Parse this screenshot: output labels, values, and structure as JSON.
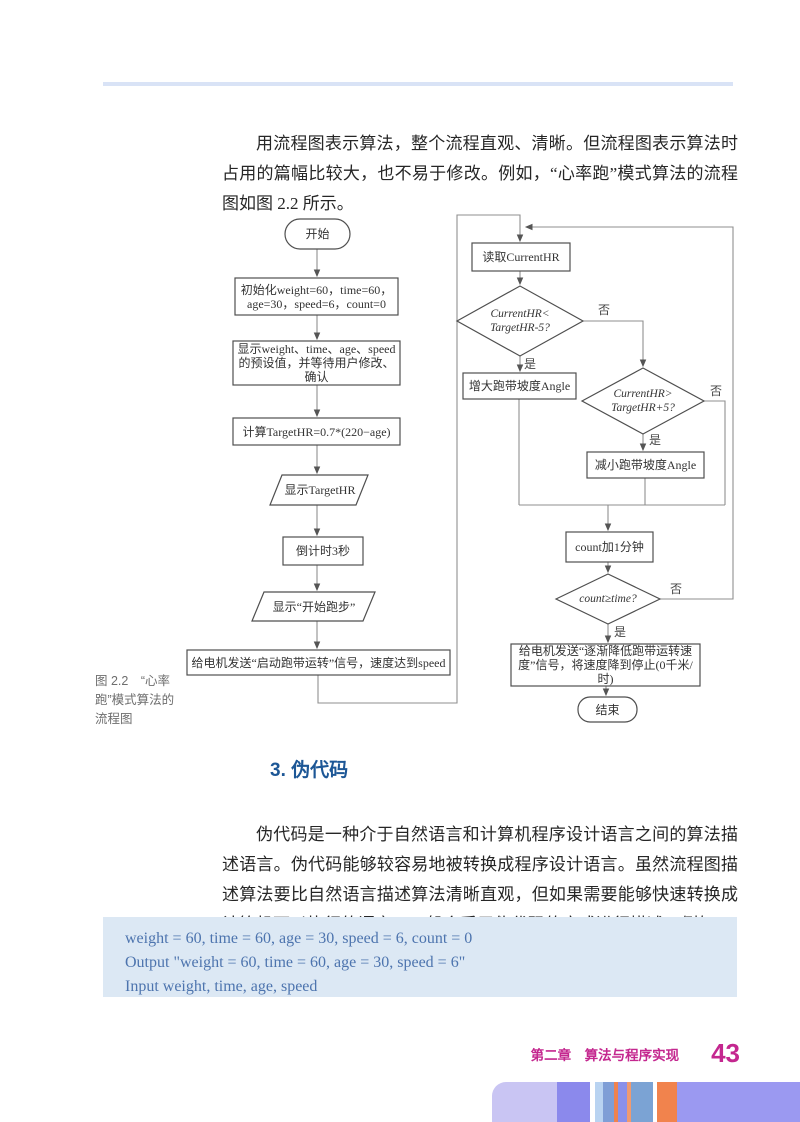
{
  "intro": {
    "paragraph": "用流程图表示算法，整个流程直观、清晰。但流程图表示算法时占用的篇幅比较大，也不易于修改。例如，“心率跑”模式算法的流程图如图 2.2 所示。"
  },
  "figure": {
    "caption": "图 2.2　“心率跑”模式算法的流程图",
    "yes": "是",
    "no": "否",
    "nodes": {
      "start": "开始",
      "init": "初始化weight=60，time=60，age=30，speed=6，count=0",
      "show_presets": "显示weight、time、age、speed的预设值，并等待用户修改、确认",
      "calc_target": "计算TargetHR=0.7*(220−age)",
      "show_target": "显示TargetHR",
      "countdown": "倒计时3秒",
      "show_startrun": "显示“开始跑步”",
      "start_belt": "给电机发送“启动跑带运转”信号，速度达到speed",
      "read_hr": "读取CurrentHR",
      "cond_low": "CurrentHR< TargetHR-5?",
      "inc_angle": "增大跑带坡度Angle",
      "cond_high": "CurrentHR> TargetHR+5?",
      "dec_angle": "减小跑带坡度Angle",
      "count_add": "count加1分钟",
      "cond_time": "count≥time?",
      "slow_belt": "给电机发送“逐渐降低跑带运转速度”信号，将速度降到停止(0千米/时)",
      "end": "结束"
    }
  },
  "section": {
    "heading": "3. 伪代码",
    "paragraph": "伪代码是一种介于自然语言和计算机程序设计语言之间的算法描述语言。伪代码能够较容易地被转换成程序设计语言。虽然流程图描述算法要比自然语言描述算法清晰直观，但如果需要能够快速转换成计算机可以执行的语言，一般会采用伪代码的方式进行描述。例如："
  },
  "code_block": {
    "lines": {
      "0": "weight = 60, time = 60, age = 30, speed = 6, count = 0",
      "1": "Output \"weight = 60, time = 60, age = 30, speed = 6\"",
      "2": "Input weight, time, age, speed"
    },
    "text_color": "#4d74ae",
    "background": "#dce8f4"
  },
  "footer": {
    "chapter": "第二章　算法与程序实现",
    "page_number": "43",
    "accent_color": "#c4278f",
    "stripes": [
      {
        "color": "#c9c5f3",
        "w": 65
      },
      {
        "color": "#8b89ec",
        "w": 33
      },
      {
        "color": "#ffffff",
        "w": 5
      },
      {
        "color": "#b9d3f1",
        "w": 8
      },
      {
        "color": "#7f9ed6",
        "w": 11
      },
      {
        "color": "#f0824e",
        "w": 4
      },
      {
        "color": "#8a90ea",
        "w": 9
      },
      {
        "color": "#ef9a70",
        "w": 4
      },
      {
        "color": "#7ba3d4",
        "w": 22
      },
      {
        "color": "#ffffff",
        "w": 4
      },
      {
        "color": "#f1834d",
        "w": 20
      },
      {
        "color": "#9b99f1",
        "w": 123
      }
    ]
  }
}
